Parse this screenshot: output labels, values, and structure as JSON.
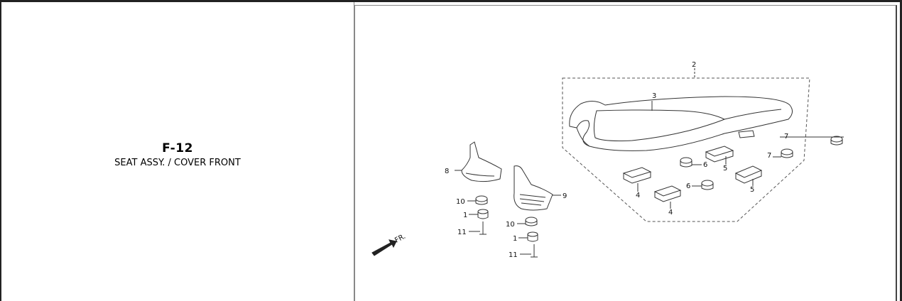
{
  "figure": {
    "code": "F-12",
    "title": "SEAT ASSY. / COVER FRONT"
  },
  "diagram": {
    "front_indicator": "FR.",
    "callouts": [
      "1",
      "1",
      "2",
      "3",
      "4",
      "4",
      "5",
      "5",
      "6",
      "6",
      "7",
      "7",
      "8",
      "9",
      "10",
      "10",
      "11",
      "11"
    ]
  }
}
